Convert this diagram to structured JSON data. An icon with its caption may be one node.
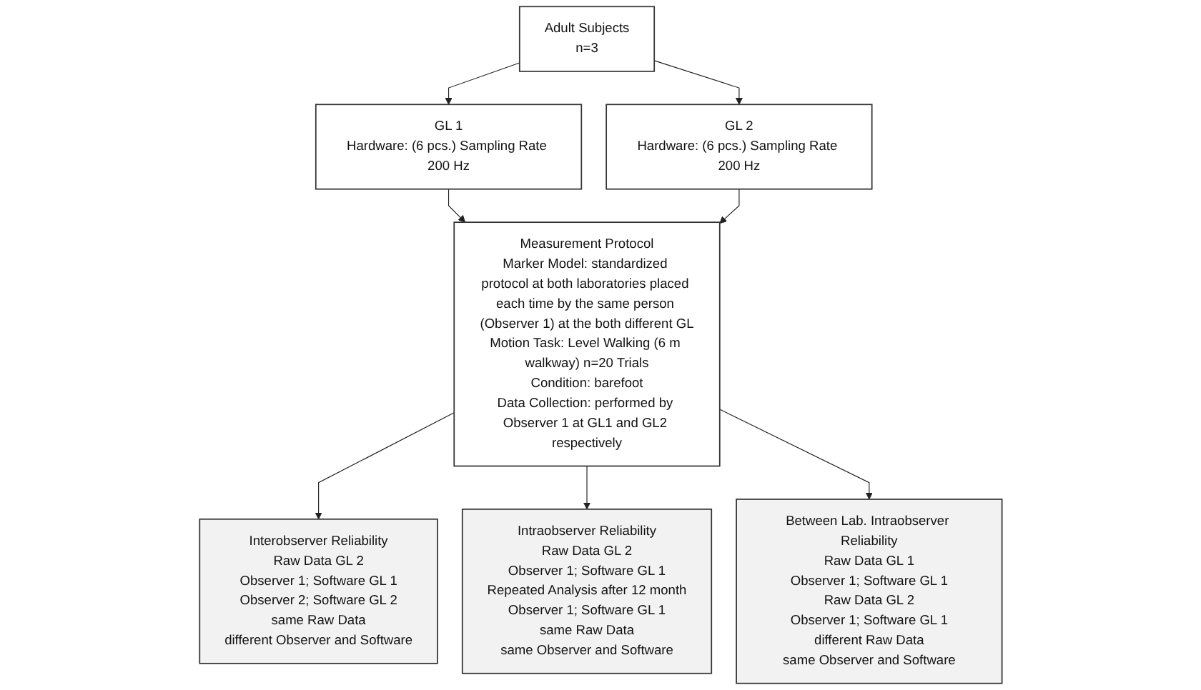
{
  "diagram": {
    "nodes": [
      {
        "text": [
          "Adult Subjects",
          "n=3"
        ]
      },
      {
        "text": [
          "GL 1",
          "Hardware: (6 pcs.) Sampling Rate 200 Hz"
        ]
      },
      {
        "text": [
          "GL 2",
          "Hardware: (6 pcs.) Sampling Rate 200 Hz"
        ]
      },
      {
        "text": [
          "Measurement Protocol",
          "Marker Model: standardized protocol at both laboratories placed each time by the same person (Observer 1) at the both different GL",
          "Motion Task: Level Walking (6 m walkway) n=20 Trials",
          "Condition: barefoot",
          "Data Collection: performed by Observer 1 at GL1 and GL2 respectively"
        ]
      },
      {
        "text": [
          "Interobserver Reliability",
          "Raw Data GL 2",
          "Observer 1; Software GL 1",
          "Observer 2; Software GL 2",
          "same Raw Data",
          "different Observer and Software"
        ]
      },
      {
        "text": [
          "Intraobserver Reliability",
          "Raw Data GL 2",
          "Observer 1; Software GL 1",
          "Repeated Analysis after 12 month",
          "Observer 1; Software GL 1",
          "same Raw Data",
          "same Observer and Software"
        ]
      },
      {
        "text": [
          "Between Lab. Intraobserver Reliability",
          "Raw Data GL 1",
          "Observer 1; Software GL 1",
          "Raw Data GL 2",
          "Observer 1; Software GL 1",
          "different Raw Data",
          "same Observer and Software"
        ]
      }
    ],
    "edges": [
      {
        "from": 0,
        "to": 1,
        "arrow": "to"
      },
      {
        "from": 0,
        "to": 2,
        "arrow": "to"
      },
      {
        "from": 1,
        "to": 3,
        "arrow": "to"
      },
      {
        "from": 2,
        "to": 3,
        "arrow": "to"
      },
      {
        "from": 3,
        "to": 4,
        "arrow": "to"
      },
      {
        "from": 3,
        "to": 5,
        "arrow": "to"
      },
      {
        "from": 3,
        "to": 6,
        "arrow": "to"
      }
    ]
  }
}
